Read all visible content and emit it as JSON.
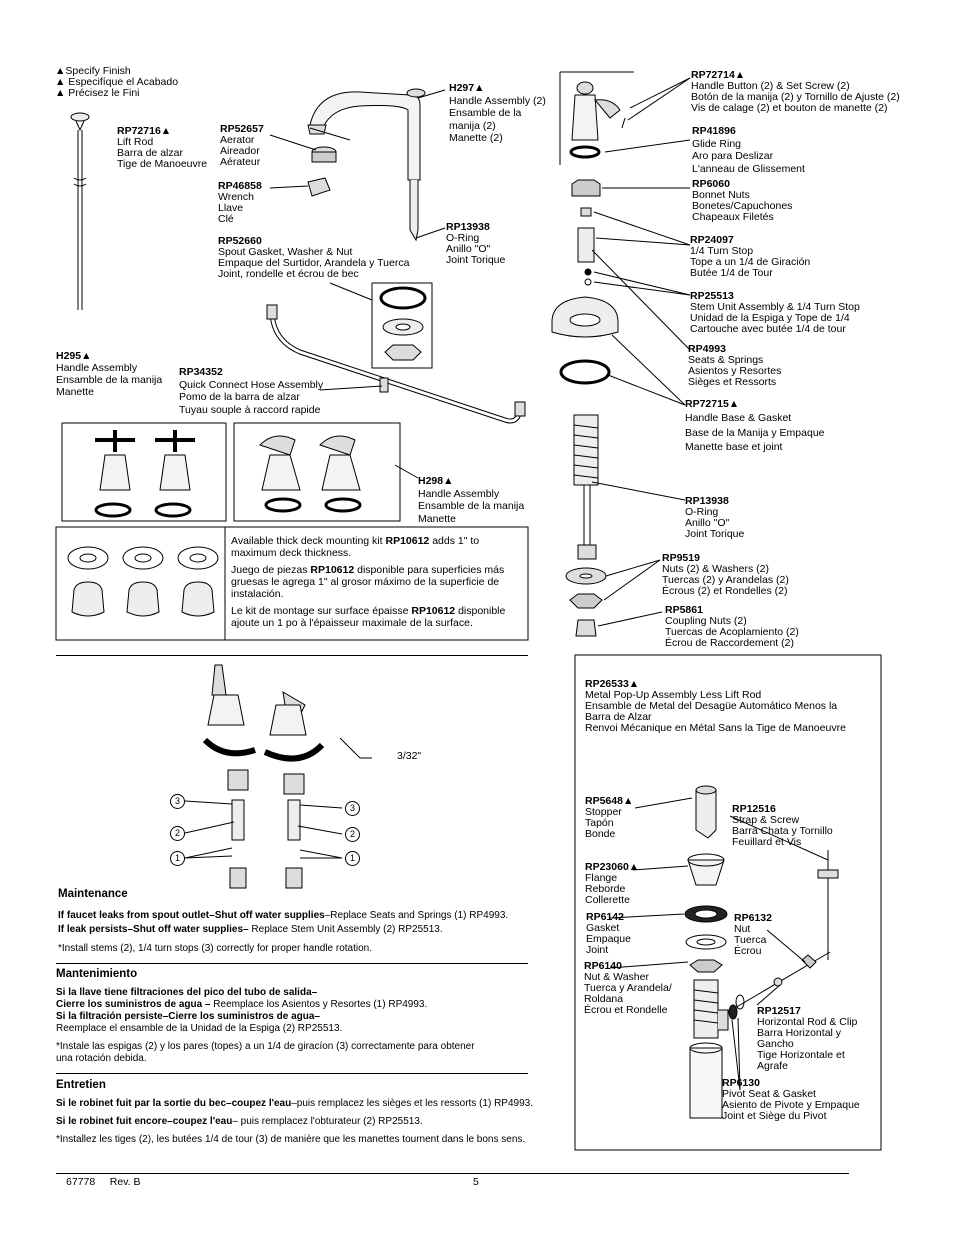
{
  "legend": [
    "▲Specify Finish",
    "▲ Especifíque el Acabado",
    "▲ Précisez le Fini"
  ],
  "parts": {
    "rp72716": {
      "code": "RP72716▲",
      "lines": [
        "Lift Rod",
        "Barra de alzar",
        "Tige de Manoeuvre"
      ]
    },
    "rp52657": {
      "code": "RP52657",
      "lines": [
        "Aerator",
        "Aireador",
        "Aérateur"
      ]
    },
    "rp46858": {
      "code": "RP46858",
      "lines": [
        "Wrench",
        "Llave",
        "Clé"
      ]
    },
    "rp52660": {
      "code": "RP52660",
      "lines": [
        "Spout Gasket, Washer & Nut",
        "Empaque del Surtidor, Arandela y Tuerca",
        "Joint, rondelle et écrou de bec"
      ]
    },
    "h297": {
      "code": "H297▲",
      "lines": [
        "Handle Assembly (2)",
        "Ensamble de la",
        "manija (2)",
        "Manette (2)"
      ]
    },
    "rp13938a": {
      "code": "RP13938",
      "lines": [
        "O-Ring",
        "Anillo \"O\"",
        "Joint Torique"
      ]
    },
    "h295": {
      "code": "H295▲",
      "lines": [
        "Handle Assembly",
        "Ensamble de la manija",
        "Manette"
      ]
    },
    "rp34352": {
      "code": "RP34352",
      "lines": [
        "Quick Connect Hose Assembly",
        "Pomo de la barra de alzar",
        "Tuyau souple à raccord rapide"
      ]
    },
    "h298": {
      "code": "H298▲",
      "lines": [
        "Handle Assembly",
        "Ensamble de la manija",
        "Manette"
      ]
    },
    "rp72714": {
      "code": "RP72714▲",
      "lines": [
        "Handle Button (2) & Set Screw (2)",
        "Botón de la manija (2) y Tornillo de Ajuste (2)",
        "Vis de calage (2) et bouton de manette (2)"
      ]
    },
    "rp41896": {
      "code": "RP41896",
      "lines": [
        "Glide Ring",
        "Aro para Deslizar",
        "L'anneau de Glissement"
      ]
    },
    "rp6060": {
      "code": "RP6060",
      "lines": [
        "Bonnet Nuts",
        "Bonetes/Capuchones",
        "Chapeaux Filetés"
      ]
    },
    "rp24097": {
      "code": "RP24097",
      "lines": [
        "1/4 Turn Stop",
        "Tope a un 1/4 de Giración",
        "Butée 1/4 de Tour"
      ]
    },
    "rp25513": {
      "code": "RP25513",
      "lines": [
        "Stem Unit Assembly & 1/4 Turn Stop",
        "Unidad de la Espiga y Tope de 1/4",
        "Cartouche avec butée 1/4 de tour"
      ]
    },
    "rp4993": {
      "code": "RP4993",
      "lines": [
        "Seats & Springs",
        "Asientos y Resortes",
        "Sièges et Ressorts"
      ]
    },
    "rp72715": {
      "code": "RP72715▲",
      "lines": [
        "Handle Base & Gasket",
        "Base de la Manija y Empaque",
        "Manette base et joint"
      ]
    },
    "rp13938b": {
      "code": "RP13938",
      "lines": [
        "O-Ring",
        "Anillo \"O\"",
        "Joint Torique"
      ]
    },
    "rp9519": {
      "code": "RP9519",
      "lines": [
        "Nuts (2) & Washers (2)",
        "Tuercas (2) y Arandelas (2)",
        "Écrous (2) et Rondelles (2)"
      ]
    },
    "rp5861": {
      "code": "RP5861",
      "lines": [
        "Coupling Nuts (2)",
        "Tuercas de Acoplamiento (2)",
        "Écrou de Raccordement (2)"
      ]
    },
    "rp26533": {
      "code": "RP26533▲",
      "lines": [
        "Metal Pop-Up Assembly Less Lift Rod",
        "Ensamble de Metal del Desagüe Automático Menos la",
        "Barra de Alzar",
        "Renvoi Mécanique en Métal Sans la Tige de Manoeuvre"
      ]
    },
    "rp5648": {
      "code": "RP5648▲",
      "lines": [
        "Stopper",
        "Tapón",
        "Bonde"
      ]
    },
    "rp12516": {
      "code": "RP12516",
      "lines": [
        "Strap & Screw",
        "Barra Chata y Tornillo",
        "Feuillard et Vis"
      ]
    },
    "rp23060": {
      "code": "RP23060▲",
      "lines": [
        "Flange",
        "Reborde",
        "Collerette"
      ]
    },
    "rp6142": {
      "code": "RP6142",
      "lines": [
        "Gasket",
        "Empaque",
        "Joint"
      ]
    },
    "rp6132": {
      "code": "RP6132",
      "lines": [
        "Nut",
        "Tuerca",
        "Écrou"
      ]
    },
    "rp6140": {
      "code": "RP6140",
      "lines": [
        "Nut & Washer",
        "Tuerca y Arandela/",
        "Roldana",
        "Écrou et Rondelle"
      ]
    },
    "rp12517": {
      "code": "RP12517",
      "lines": [
        "Horizontal Rod & Clip",
        "Barra Horizontal y",
        "Gancho",
        "Tige Horizontale et",
        "Agrafe"
      ]
    },
    "rp6130": {
      "code": "RP6130",
      "lines": [
        "Pivot Seat & Gasket",
        "Asiento de Pivote y Empaque",
        "Joint et Siège du Pivot"
      ]
    }
  },
  "deck_kit": {
    "en_pre": "Available thick deck mounting kit ",
    "en_code": "RP10612",
    "en_post": " adds 1\" to maximum deck thickness.",
    "es_pre": "Juego de piezas ",
    "es_code": "RP10612",
    "es_post": " disponible  para superficies más gruesas le agrega 1\" al grosor máximo de la superficie de instalación.",
    "fr_pre": "Le kit de montage sur surface épaisse ",
    "fr_code": "RP10612",
    "fr_post": " disponible ajoute un 1 po à l'épaisseur maximale de la surface."
  },
  "hex_key": "3/32\"",
  "callouts": [
    "3",
    "2",
    "1",
    "3",
    "2",
    "1"
  ],
  "maintenance": {
    "en_title": "Maintenance",
    "en_l1_bold": "If faucet leaks from spout outlet–Shut off water supplies",
    "en_l1_rest": "–Replace Seats and Springs (1) RP4993.",
    "en_l2_bold": "If leak persists–Shut off water supplies– ",
    "en_l2_rest": "Replace Stem Unit Assembly (2) RP25513.",
    "en_note": "*Install stems (2), 1/4 turn stops (3) correctly for proper handle rotation.",
    "es_title": "Mantenimiento",
    "es_l1": "Si la llave tiene filtraciones del pico del tubo de salida–",
    "es_l2_bold": "Cierre los suministros de agua – ",
    "es_l2_rest": "Reemplace los Asientos y Resortes (1) RP4993.",
    "es_l3": "Si la filtración persiste–Cierre los suministros de agua–",
    "es_l4": "Reemplace el ensamble de la Unidad de la Espiga (2) RP25513.",
    "es_note": "*Instale las espigas (2) y los pares (topes) a un 1/4 de giracíon (3) correctamente para obtener una rotación debida.",
    "fr_title": "Entretien",
    "fr_l1_bold": "Si le robinet fuit par la sortie du bec–coupez l'eau",
    "fr_l1_rest": "–puis remplacez les sièges et les ressorts (1) RP4993.",
    "fr_l2_bold": "Si le robinet fuit encore–coupez l'eau",
    "fr_l2_rest": "– puis remplacez  l'obturateur (2) RP25513.",
    "fr_note": "*Installez les tiges (2), les butées 1/4 de tour (3) de manière que les manettes tournent dans le bons sens."
  },
  "footer": {
    "doc": "67778     Rev. B",
    "page": "5"
  }
}
